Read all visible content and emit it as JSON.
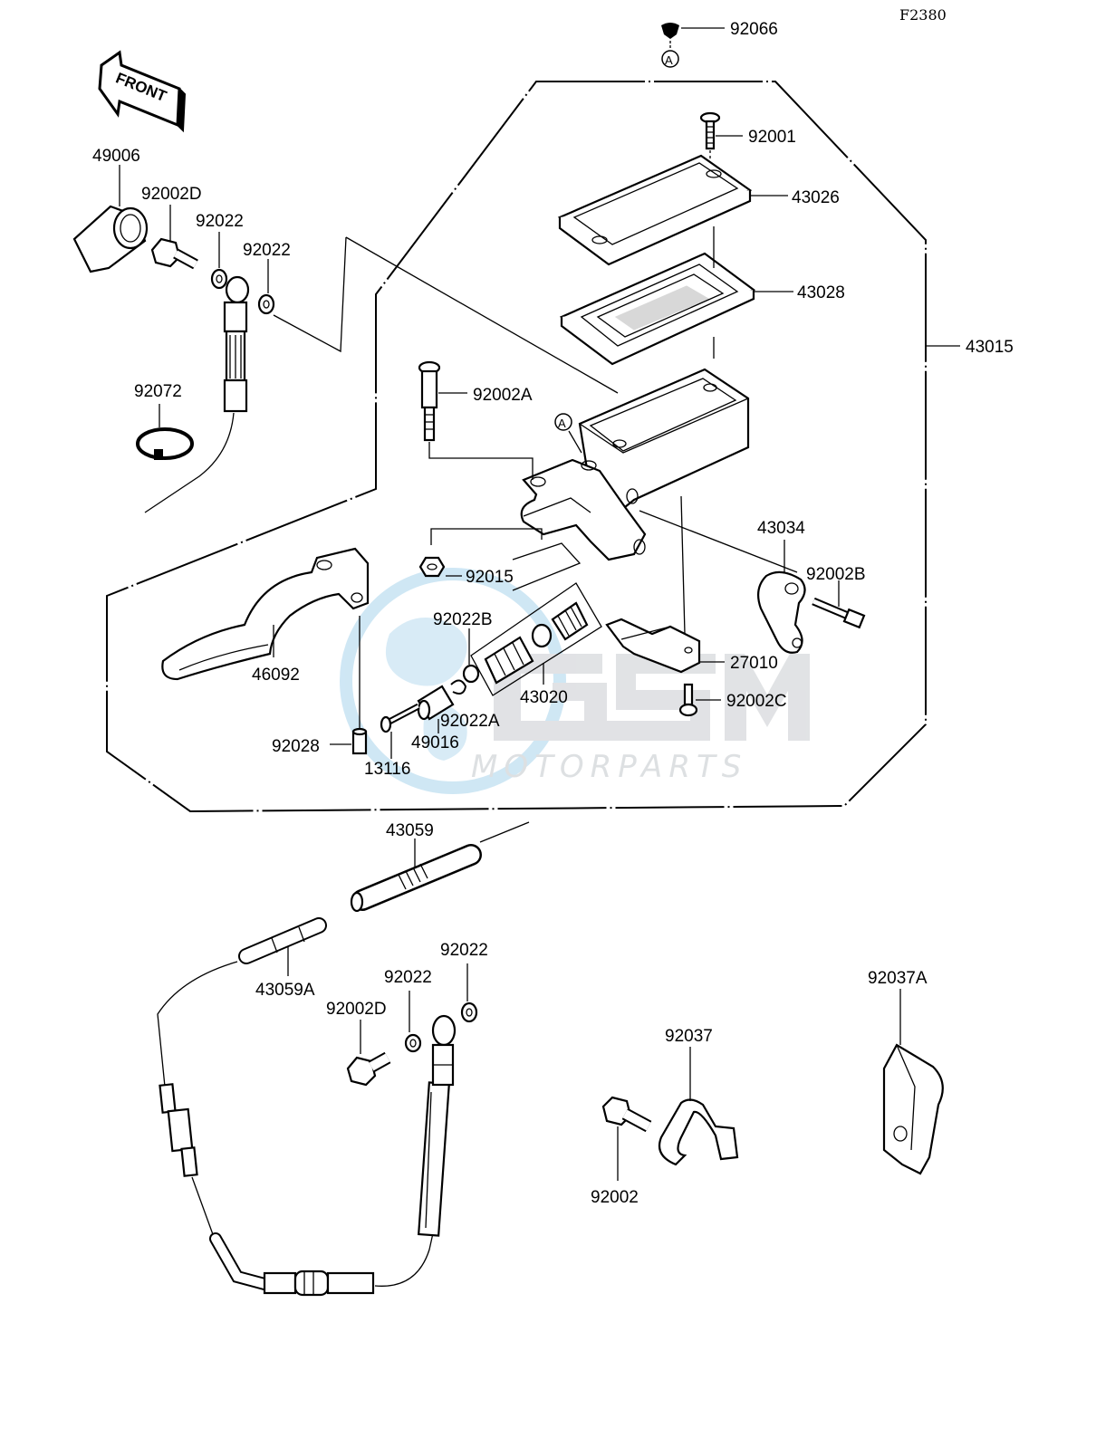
{
  "diagram": {
    "code": "F2380",
    "front_label": "FRONT",
    "ref_marker": "A",
    "watermark": {
      "brand": "GSM",
      "tagline": "MOTORPARTS"
    },
    "labels": {
      "p92066": "92066",
      "p92001": "92001",
      "p43026": "43026",
      "p43028": "43028",
      "p43015": "43015",
      "p49006": "49006",
      "p92002D_top": "92002D",
      "p92022_a": "92022",
      "p92022_b": "92022",
      "p92072": "92072",
      "p92002A": "92002A",
      "p43034": "43034",
      "p92002B": "92002B",
      "p92015": "92015",
      "p92022B": "92022B",
      "p46092": "46092",
      "p43020": "43020",
      "p27010": "27010",
      "p92002C": "92002C",
      "p92022A": "92022A",
      "p49016": "49016",
      "p92028": "92028",
      "p13116": "13116",
      "p43059": "43059",
      "p43059A": "43059A",
      "p92022_c": "92022",
      "p92022_d": "92022",
      "p92002D_bottom": "92002D",
      "p92037A": "92037A",
      "p92037": "92037",
      "p92002": "92002"
    }
  }
}
